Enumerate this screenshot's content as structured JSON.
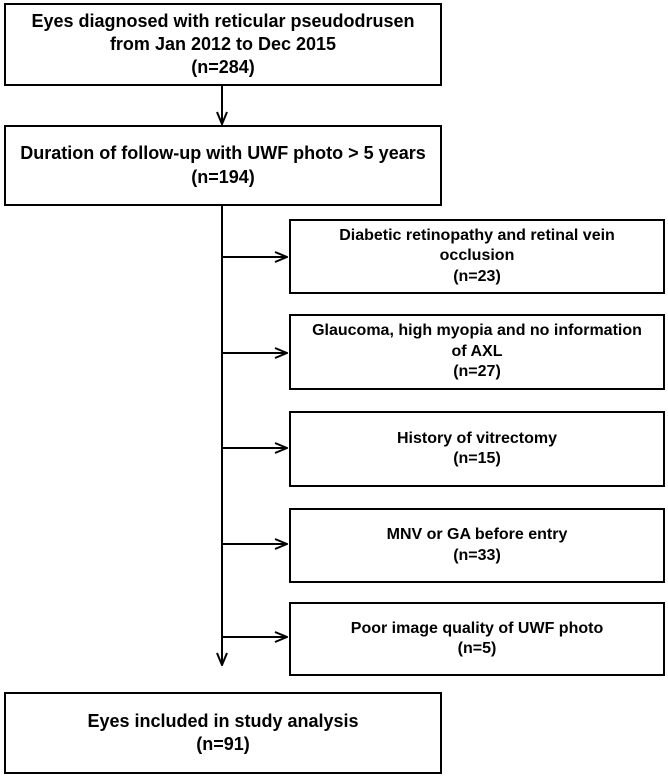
{
  "flowchart": {
    "line_color": "#000000",
    "box_border_color": "#000000",
    "background": "#ffffff",
    "main_steps": [
      {
        "id": "diagnosed",
        "lines": [
          "Eyes diagnosed with reticular pseudodrusen",
          "from Jan 2012 to Dec 2015",
          "(n=284)"
        ]
      },
      {
        "id": "followup",
        "lines": [
          "Duration of follow-up with UWF photo > 5 years",
          "(n=194)"
        ]
      },
      {
        "id": "included",
        "lines": [
          "Eyes included in study analysis",
          "(n=91)"
        ]
      }
    ],
    "exclusions": [
      {
        "id": "dr-rvo",
        "lines": [
          "Diabetic retinopathy and retinal vein",
          "occlusion",
          "(n=23)"
        ]
      },
      {
        "id": "glaucoma",
        "lines": [
          "Glaucoma, high myopia and no information",
          "of AXL",
          "(n=27)"
        ]
      },
      {
        "id": "vitrectomy",
        "lines": [
          "History of vitrectomy",
          "(n=15)"
        ]
      },
      {
        "id": "mnv-ga",
        "lines": [
          "MNV or GA before entry",
          "(n=33)"
        ]
      },
      {
        "id": "image-quality",
        "lines": [
          "Poor image quality of UWF photo",
          "(n=5)"
        ]
      }
    ]
  }
}
